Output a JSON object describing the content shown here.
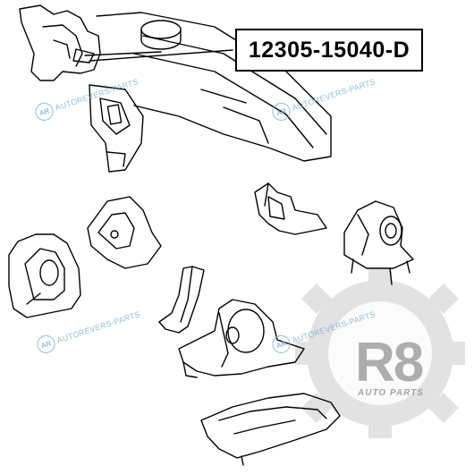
{
  "part_number": "12305-15040-D",
  "watermark": {
    "logo_letters": "AR",
    "text": "AUTOREVERS-PARTS",
    "color": "#7fb3d5"
  },
  "brand": {
    "name": "R8",
    "subtitle": "AUTO PARTS",
    "gear_color": "#d9d9d9",
    "text_color": "#6e6e6e"
  },
  "drawing_color": "#000000"
}
